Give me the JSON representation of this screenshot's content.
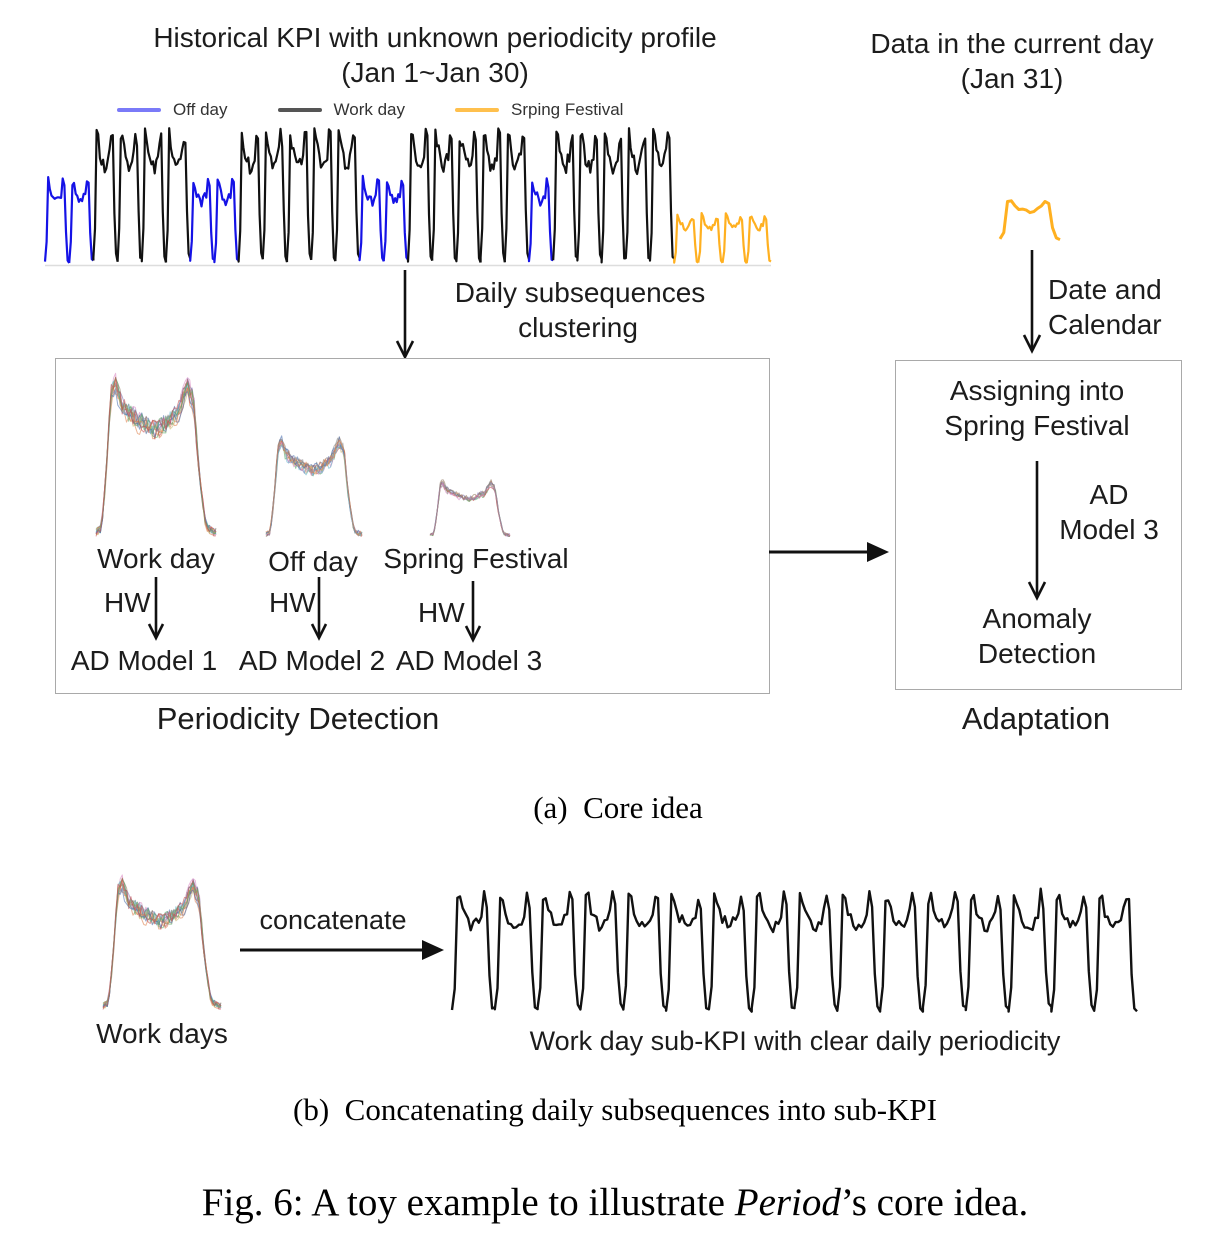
{
  "panel_a": {
    "left_title_line1": "Historical KPI with unknown periodicity profile",
    "left_title_line2": "(Jan 1~Jan 30)",
    "right_title_line1": "Data in the current day",
    "right_title_line2": "(Jan 31)",
    "legend": [
      {
        "label": "Off day",
        "color": "#7a7af8"
      },
      {
        "label": "Work day",
        "color": "#555555"
      },
      {
        "label": "Srping Festival",
        "color": "#ffc04d"
      }
    ],
    "clustering_label_line1": "Daily subsequences",
    "clustering_label_line2": "clustering",
    "date_label_line1": "Date and",
    "date_label_line2": "Calendar",
    "periodicity_box": {
      "clusters": [
        {
          "label": "Work day",
          "hw": "HW",
          "model": "AD Model 1"
        },
        {
          "label": "Off day",
          "hw": "HW",
          "model": "AD Model 2"
        },
        {
          "label": "Spring Festival",
          "hw": "HW",
          "model": "AD Model 3"
        }
      ],
      "caption": "Periodicity Detection"
    },
    "adaptation_box": {
      "step1_line1": "Assigning into",
      "step1_line2": "Spring Festival",
      "arrow_label_line1": "AD",
      "arrow_label_line2": "Model 3",
      "step2_line1": "Anomaly",
      "step2_line2": "Detection",
      "caption": "Adaptation"
    },
    "caption": "(a) Core idea"
  },
  "panel_b": {
    "cluster_label": "Work days",
    "arrow_label": "concatenate",
    "series_label": "Work day sub-KPI with clear daily periodicity",
    "caption": "(b) Concatenating daily subsequences into sub-KPI"
  },
  "figure_caption": {
    "prefix": "Fig. 6: A toy example to illustrate ",
    "italic": "Period",
    "suffix": "’s core idea."
  },
  "chart_data": {
    "type": "line",
    "title": "Historical KPI with unknown periodicity profile (Jan 1~Jan 30)",
    "historical_kpi": {
      "days": [
        "off",
        "off",
        "work",
        "work",
        "work",
        "work",
        "off",
        "off",
        "work",
        "work",
        "work",
        "work",
        "work",
        "off",
        "off",
        "work",
        "work",
        "work",
        "work",
        "work",
        "off",
        "work",
        "work",
        "work",
        "work",
        "work",
        "festival",
        "festival",
        "festival",
        "festival"
      ],
      "amplitudes": {
        "work": 1.0,
        "off": 0.64,
        "festival": 0.37
      },
      "colors": {
        "work": "#111111",
        "off": "#1512e6",
        "festival": "#ffb020"
      },
      "baseline_color": "#dddddd"
    },
    "current_day": {
      "date": "Jan 31",
      "type": "festival",
      "color": "#ffb020"
    },
    "cluster_palette": [
      "#4c72b0",
      "#dd8452",
      "#55a868",
      "#c44e52",
      "#8172b3",
      "#937860",
      "#da8bc3",
      "#8c8c8c",
      "#ccb974",
      "#64b5cd"
    ],
    "clusters": [
      {
        "id": "workday",
        "lines": 14
      },
      {
        "id": "offday",
        "lines": 12
      },
      {
        "id": "festival",
        "lines": 8
      },
      {
        "id": "workdays_b",
        "lines": 14
      }
    ],
    "sub_kpi": {
      "days": 16,
      "color": "#111111"
    }
  }
}
